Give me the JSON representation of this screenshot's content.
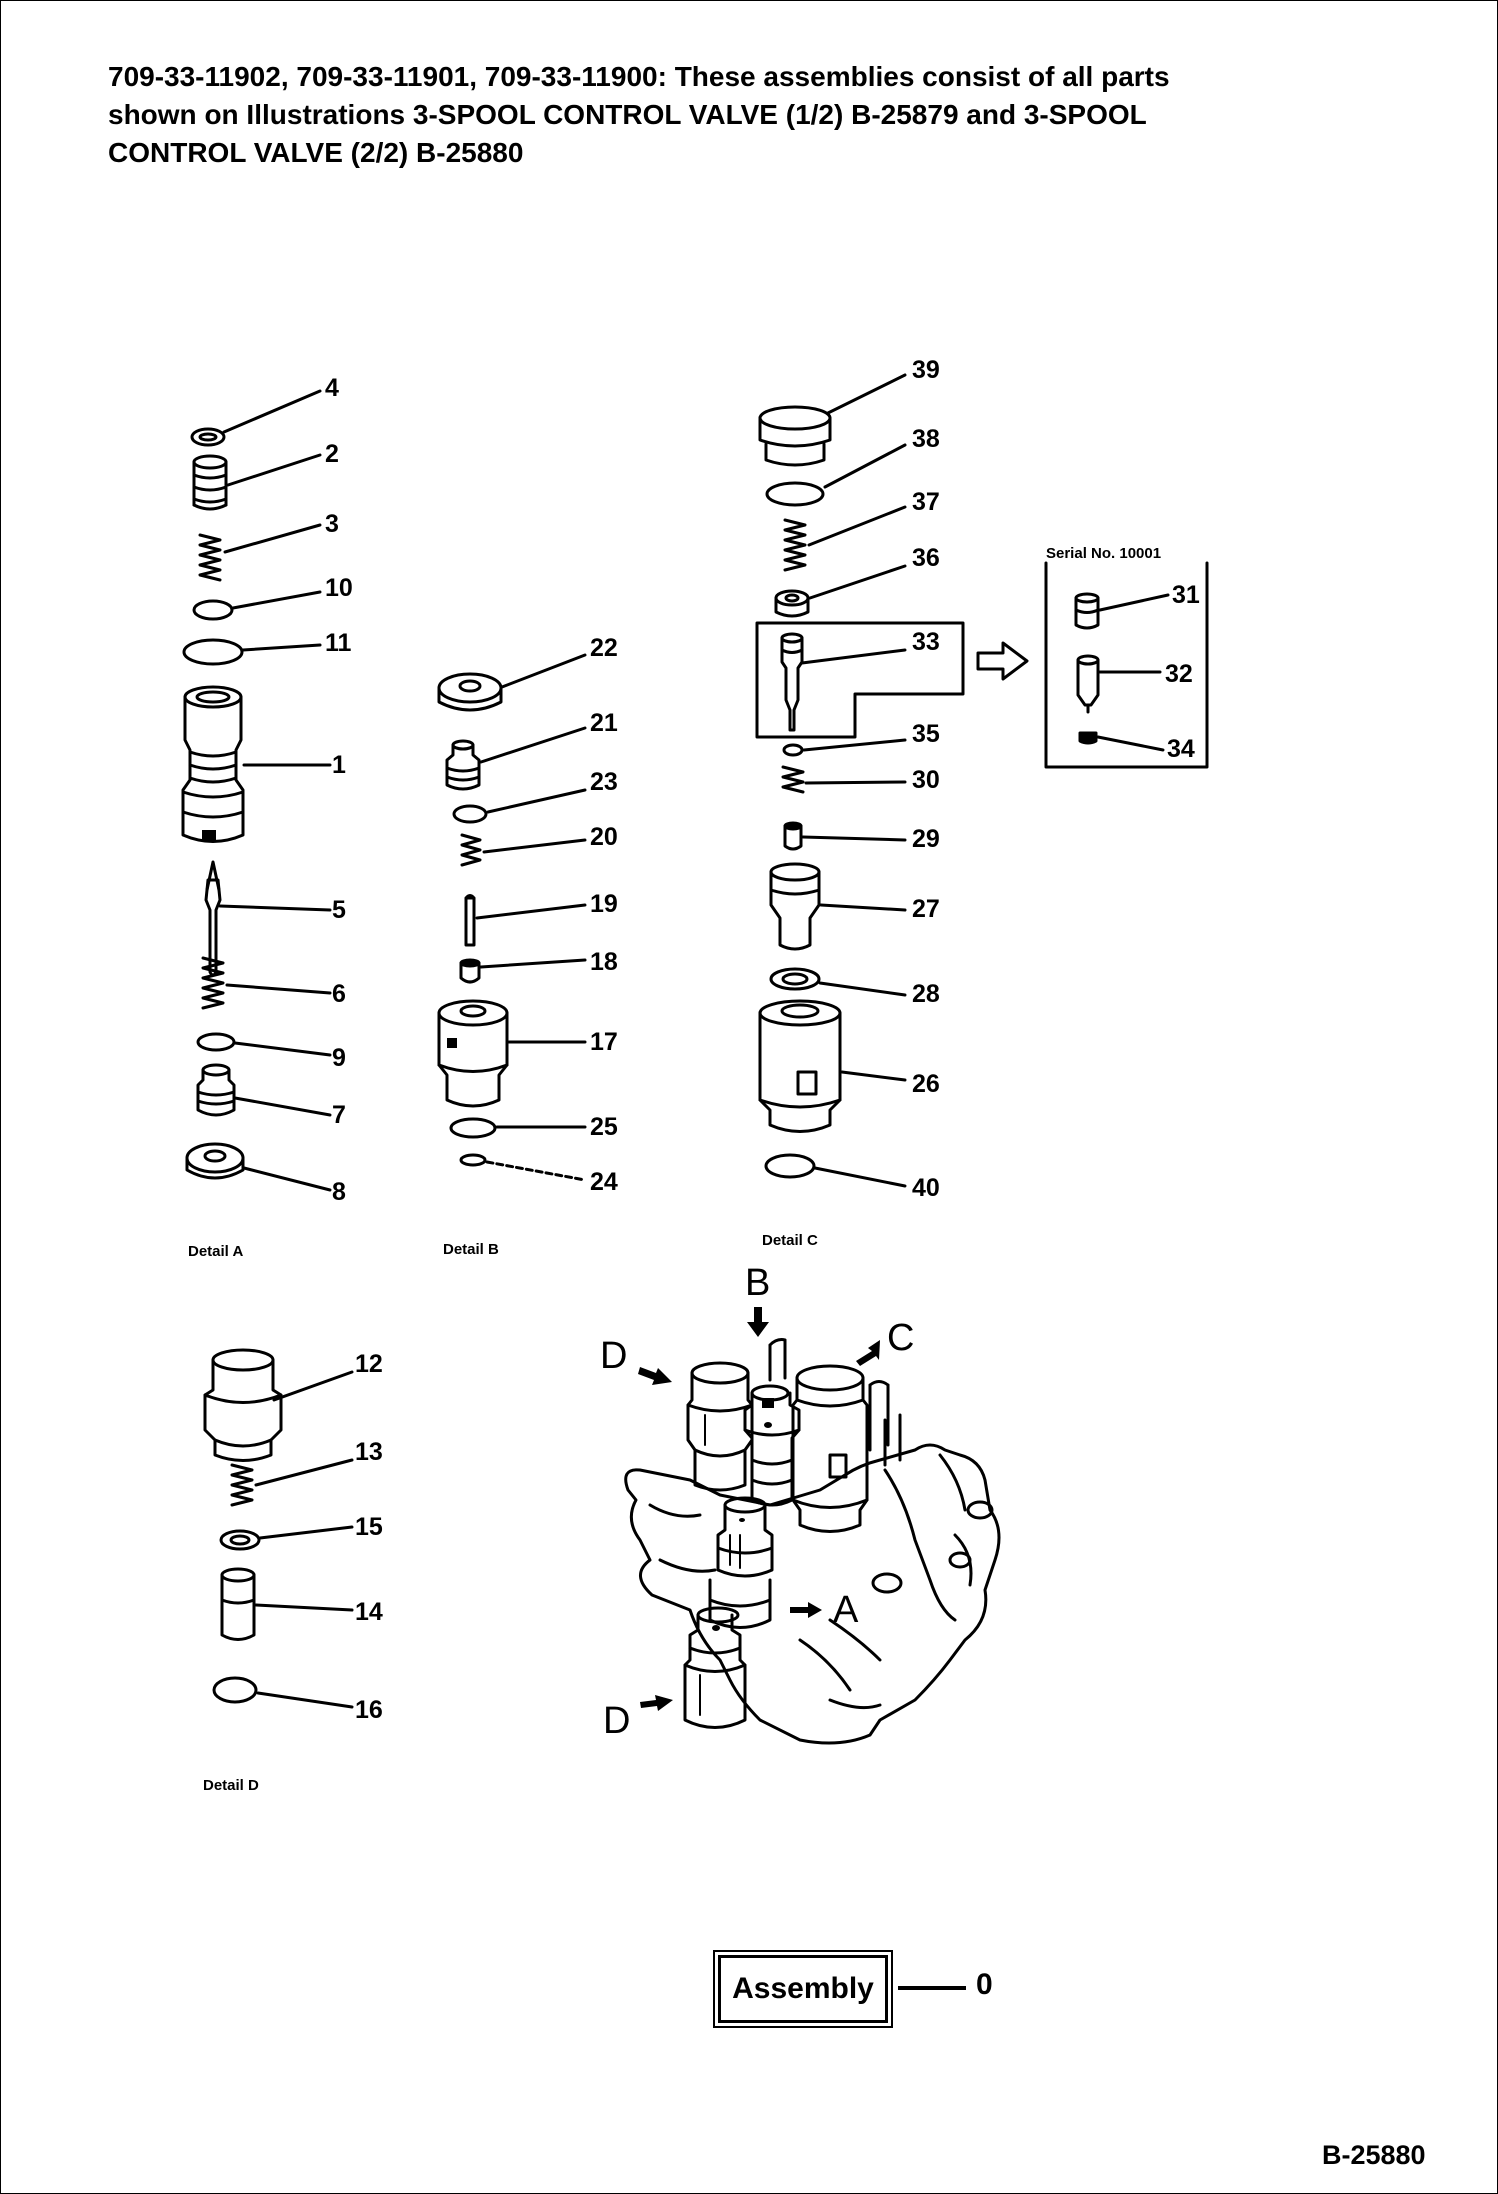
{
  "header": {
    "line1": "709-33-11902, 709-33-11901, 709-33-11900: These assemblies consist of all parts",
    "line2": "shown on Illustrations 3-SPOOL CONTROL VALVE (1/2) B-25879 and 3-SPOOL",
    "line3": "CONTROL VALVE (2/2) B-25880"
  },
  "details": {
    "a": {
      "caption": "Detail A",
      "parts": [
        "4",
        "2",
        "3",
        "10",
        "11",
        "1",
        "5",
        "6",
        "9",
        "7",
        "8"
      ]
    },
    "b": {
      "caption": "Detail B",
      "parts": [
        "22",
        "21",
        "23",
        "20",
        "19",
        "18",
        "17",
        "25",
        "24"
      ]
    },
    "c": {
      "caption": "Detail C",
      "parts": [
        "39",
        "38",
        "37",
        "36",
        "33",
        "35",
        "30",
        "29",
        "27",
        "28",
        "26",
        "40"
      ]
    },
    "d": {
      "caption": "Detail D",
      "parts": [
        "12",
        "13",
        "15",
        "14",
        "16"
      ]
    }
  },
  "serial_box": {
    "label": "Serial No. 10001",
    "parts": [
      "31",
      "32",
      "34"
    ]
  },
  "view_labels": {
    "b": "B",
    "c": "C",
    "d_top": "D",
    "a": "A",
    "d_bottom": "D"
  },
  "assembly": {
    "label": "Assembly",
    "number": "0"
  },
  "figure_number": "B-25880"
}
